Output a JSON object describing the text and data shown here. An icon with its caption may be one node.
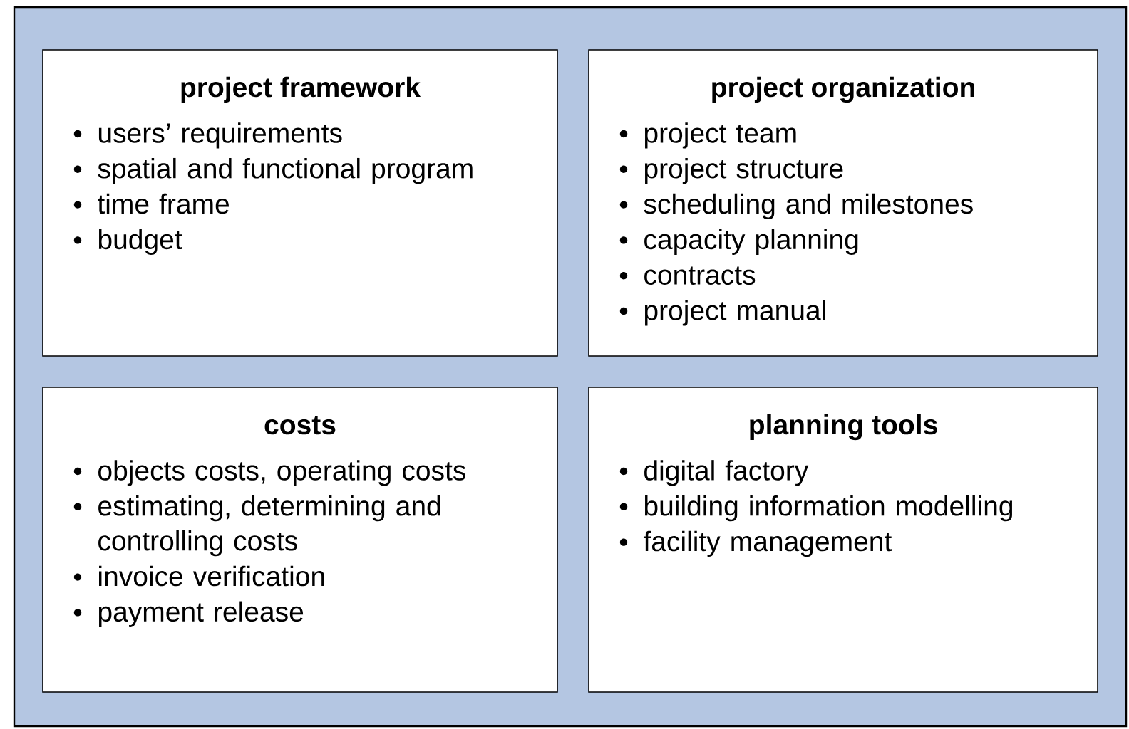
{
  "diagram": {
    "nodes": [
      {
        "text": [],
        "shape": "box"
      },
      {
        "text": [
          "project framework",
          "users’ requirements",
          "spatial and functional program",
          "time frame",
          "budget"
        ],
        "in": 0
      },
      {
        "text": [
          "project organization",
          "project team",
          "project structure",
          "scheduling and milestones",
          "capacity planning",
          "contracts",
          "project manual"
        ],
        "in": 0
      },
      {
        "text": [
          "costs",
          "objects costs, operating costs",
          "estimating, determining and controlling costs",
          "invoice verification",
          "payment release"
        ],
        "in": 0
      },
      {
        "text": [
          "planning tools",
          "digital factory",
          "building information modelling",
          "facility management"
        ],
        "in": 0
      }
    ]
  }
}
